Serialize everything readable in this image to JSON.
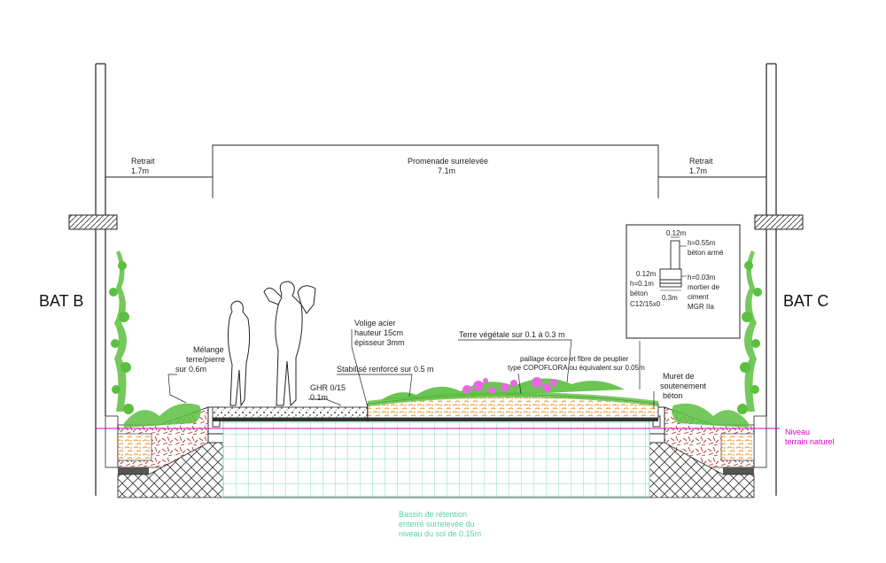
{
  "buildings": {
    "left": "BAT B",
    "right": "BAT C"
  },
  "dimensions": {
    "retrait_left": {
      "label": "Retrait",
      "value": "1.7m"
    },
    "promenade": {
      "label": "Promenade surrelevée",
      "value": "7.1m"
    },
    "retrait_right": {
      "label": "Retrait",
      "value": "1.7m"
    }
  },
  "annotations": {
    "melange": [
      "Mélange",
      "terre/pierre",
      "sur  0.6m"
    ],
    "volige": [
      "Volige acier",
      "hauteur 15cm",
      "épisseur 3mm"
    ],
    "stabilise": "Stabilisé renforcé sur 0.5 m",
    "ghr": [
      "GHR 0/15",
      "0.1m"
    ],
    "terre_vegetale": "Terre végétale sur 0.1 à 0.3 m",
    "paillage": [
      "paillage écorce et fibre de peuplier",
      "type COPOFLORA ou équivalent sur 0.05m"
    ],
    "muret": [
      "Muret de",
      "soutenement",
      "béton"
    ],
    "niveau": [
      "Niveau",
      "terrain naturel"
    ],
    "bassin": [
      "Bassin de rétention",
      "enterré surrelevée du",
      "niveau du sol de 0.15m"
    ]
  },
  "detail_box": {
    "top_width": "0.12m",
    "h1": "h=0.55m",
    "h1_material": "béton armé",
    "left_width": "0.12m",
    "left_h": "h=0.1m",
    "left_material": "béton",
    "left_grade": "C12/15x0",
    "h2": "h=0.03m",
    "h2_material": [
      "mortier de",
      "ciment",
      "MGR IIa"
    ],
    "bottom_width": "0.3m"
  },
  "colors": {
    "line": "#222222",
    "pink": "#e000d0",
    "mint": "#58d0a8",
    "green": "#5bbf3f",
    "orange": "#f0a23c",
    "blossom": "#e868e0"
  }
}
